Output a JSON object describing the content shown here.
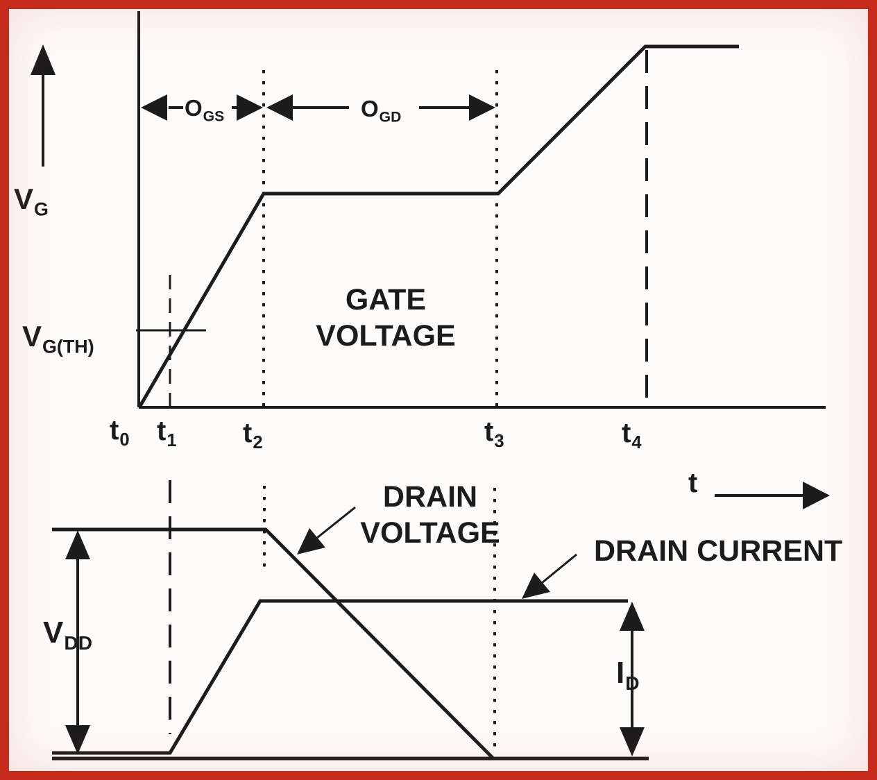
{
  "colors": {
    "frame": "#c62b1c",
    "ink": "#1c1c1c",
    "paper": "#fdfbfa"
  },
  "top_graph": {
    "axis_label": {
      "base": "V",
      "sub": "G"
    },
    "threshold_label": {
      "base": "V",
      "sub": "G(TH)"
    },
    "waveform_label": {
      "line1": "GATE",
      "line2": "VOLTAGE"
    },
    "charge_gs_label": {
      "base": "O",
      "sub": "GS"
    },
    "charge_gd_label": {
      "base": "O",
      "sub": "GD"
    }
  },
  "time_axis": {
    "label": "t",
    "ticks": [
      {
        "base": "t",
        "sub": "0"
      },
      {
        "base": "t",
        "sub": "1"
      },
      {
        "base": "t",
        "sub": "2"
      },
      {
        "base": "t",
        "sub": "3"
      },
      {
        "base": "t",
        "sub": "4"
      }
    ]
  },
  "bottom_graph": {
    "supply_label": {
      "base": "V",
      "sub": "DD"
    },
    "current_label": {
      "base": "I",
      "sub": "D"
    },
    "drain_voltage_label": {
      "line1": "DRAIN",
      "line2": "VOLTAGE"
    },
    "drain_current_label": "DRAIN CURRENT"
  },
  "chart_data": {
    "type": "line",
    "x_ticks": [
      "t0",
      "t1",
      "t2",
      "t3",
      "t4"
    ],
    "series": [
      {
        "name": "gate voltage",
        "points": [
          [
            "t0",
            "0"
          ],
          [
            "t2",
            "plateau"
          ],
          [
            "t3",
            "plateau"
          ],
          [
            "t4",
            "max"
          ],
          [
            "after t4",
            "max"
          ]
        ],
        "annotation": "crosses V G(TH) at t1; Miller plateau between t2 and t3"
      },
      {
        "name": "drain voltage",
        "points": [
          [
            "before t0",
            "VDD"
          ],
          [
            "t2",
            "VDD"
          ],
          [
            "t3",
            "0"
          ]
        ]
      },
      {
        "name": "drain current",
        "points": [
          [
            "before t0",
            "0"
          ],
          [
            "t1",
            "0"
          ],
          [
            "t2",
            "ID"
          ],
          [
            "after t3",
            "ID"
          ]
        ]
      }
    ],
    "intervals": [
      {
        "label": "O GS",
        "from": "t0",
        "to": "t2"
      },
      {
        "label": "O GD",
        "from": "t2",
        "to": "t3"
      }
    ]
  }
}
